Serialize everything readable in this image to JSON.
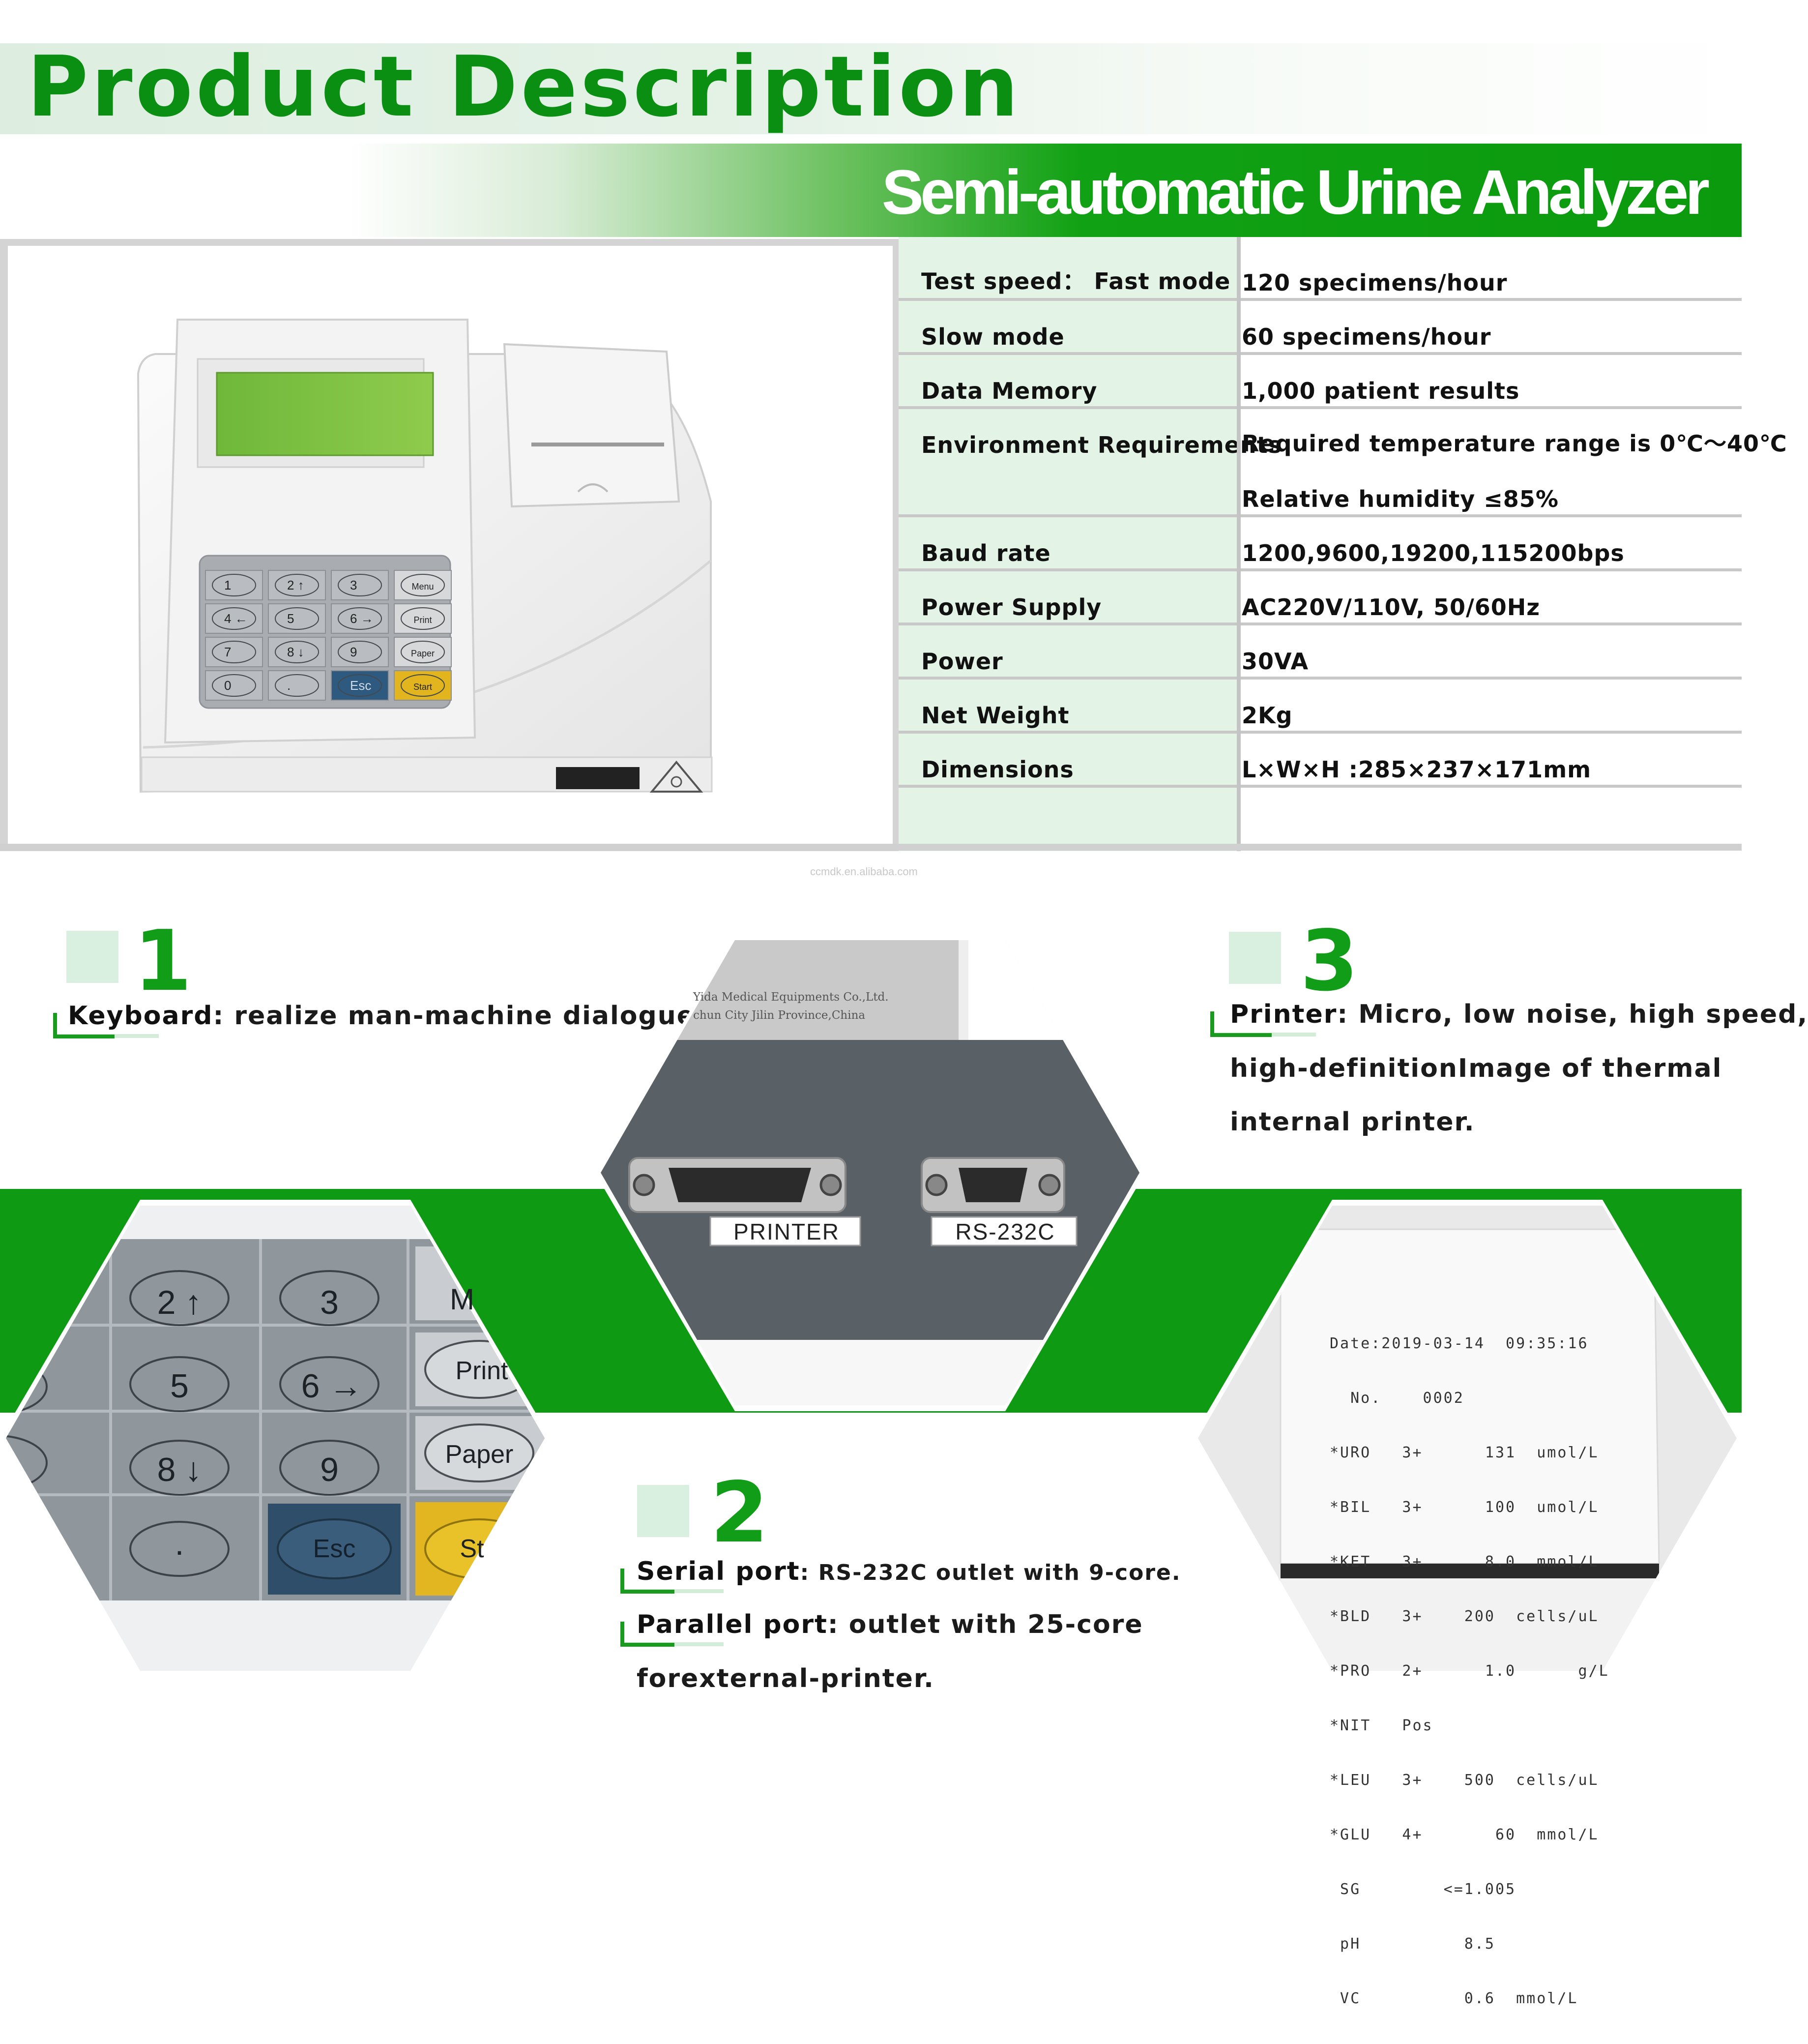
{
  "header": {
    "title": "Product Description",
    "subtitle": "Semi-automatic Urine Analyzer"
  },
  "specs": [
    {
      "label": "Test speed： Fast mode",
      "value": "120 specimens/hour"
    },
    {
      "label": "Slow mode",
      "value": "60 specimens/hour"
    },
    {
      "label": "Data Memory",
      "value": "1,000 patient results"
    },
    {
      "label": "Environment Requirements",
      "value": "Required temperature range is 0℃～40℃"
    },
    {
      "label": "",
      "value": " Relative humidity ≤85%"
    },
    {
      "label": "Baud rate",
      "value": "1200,9600,19200,115200bps"
    },
    {
      "label": "Power Supply",
      "value": "AC220V/110V, 50/60Hz"
    },
    {
      "label": "Power",
      "value": "30VA"
    },
    {
      "label": "Net Weight",
      "value": "2Kg"
    },
    {
      "label": "Dimensions",
      "value": "L×W×H :285×237×171mm"
    }
  ],
  "watermark": "ccmdk.en.alibaba.com",
  "device_keypad": {
    "keys": [
      "1",
      "2 ↑",
      "3",
      "Menu",
      "4 ←",
      "5",
      "6 →",
      "Print",
      "7",
      "8 ↓",
      "9",
      "Paper",
      "0",
      ".",
      "Esc",
      "Start"
    ]
  },
  "features": {
    "f1": {
      "number": "1",
      "title": "Keyboard",
      "text": ": realize man-machine dialogue."
    },
    "f2": {
      "number": "2",
      "line1_title": "Serial port",
      "line1_text": ": RS-232C outlet with 9-core.",
      "line2_title": "Parallel port",
      "line2_text": ": outlet with 25-core",
      "line3_text": "forexternal-printer."
    },
    "f3": {
      "number": "3",
      "title": "Printer",
      "text": ": Micro, low noise, high speed,",
      "line2": "high-definitionImage of thermal",
      "line3": "internal printer."
    }
  },
  "port_photo": {
    "plate_line1": "Yida Medical Equipments Co.,Ltd.",
    "plate_line2": "chun City Jilin Province,China",
    "printer_label": "PRINTER",
    "serial_label": "RS-232C"
  },
  "keypad_photo": {
    "keys": [
      "2 ↑",
      "3",
      "M",
      "5",
      "6 →",
      "Print",
      "8 ↓",
      "9",
      "Paper",
      ".",
      "Esc",
      "St"
    ]
  },
  "receipt": {
    "lines": [
      "Date:2019-03-14  09:35:16",
      "  No.    0002",
      "*URO   3+      131  umol/L",
      "*BIL   3+      100  umol/L",
      "*KET   3+      8.0  mmol/L",
      "*BLD   3+    200  cells/uL",
      "*PRO   2+      1.0      g/L",
      "*NIT   Pos",
      "*LEU   3+    500  cells/uL",
      "*GLU   4+       60  mmol/L",
      " SG        <=1.005",
      " pH          8.5",
      " VC          0.6  mmol/L"
    ]
  },
  "colors": {
    "brand_green": "#0e9a12",
    "title_green": "#0a8f12",
    "mint": "#e3f3e5",
    "lcd_green": "#7fc242"
  }
}
